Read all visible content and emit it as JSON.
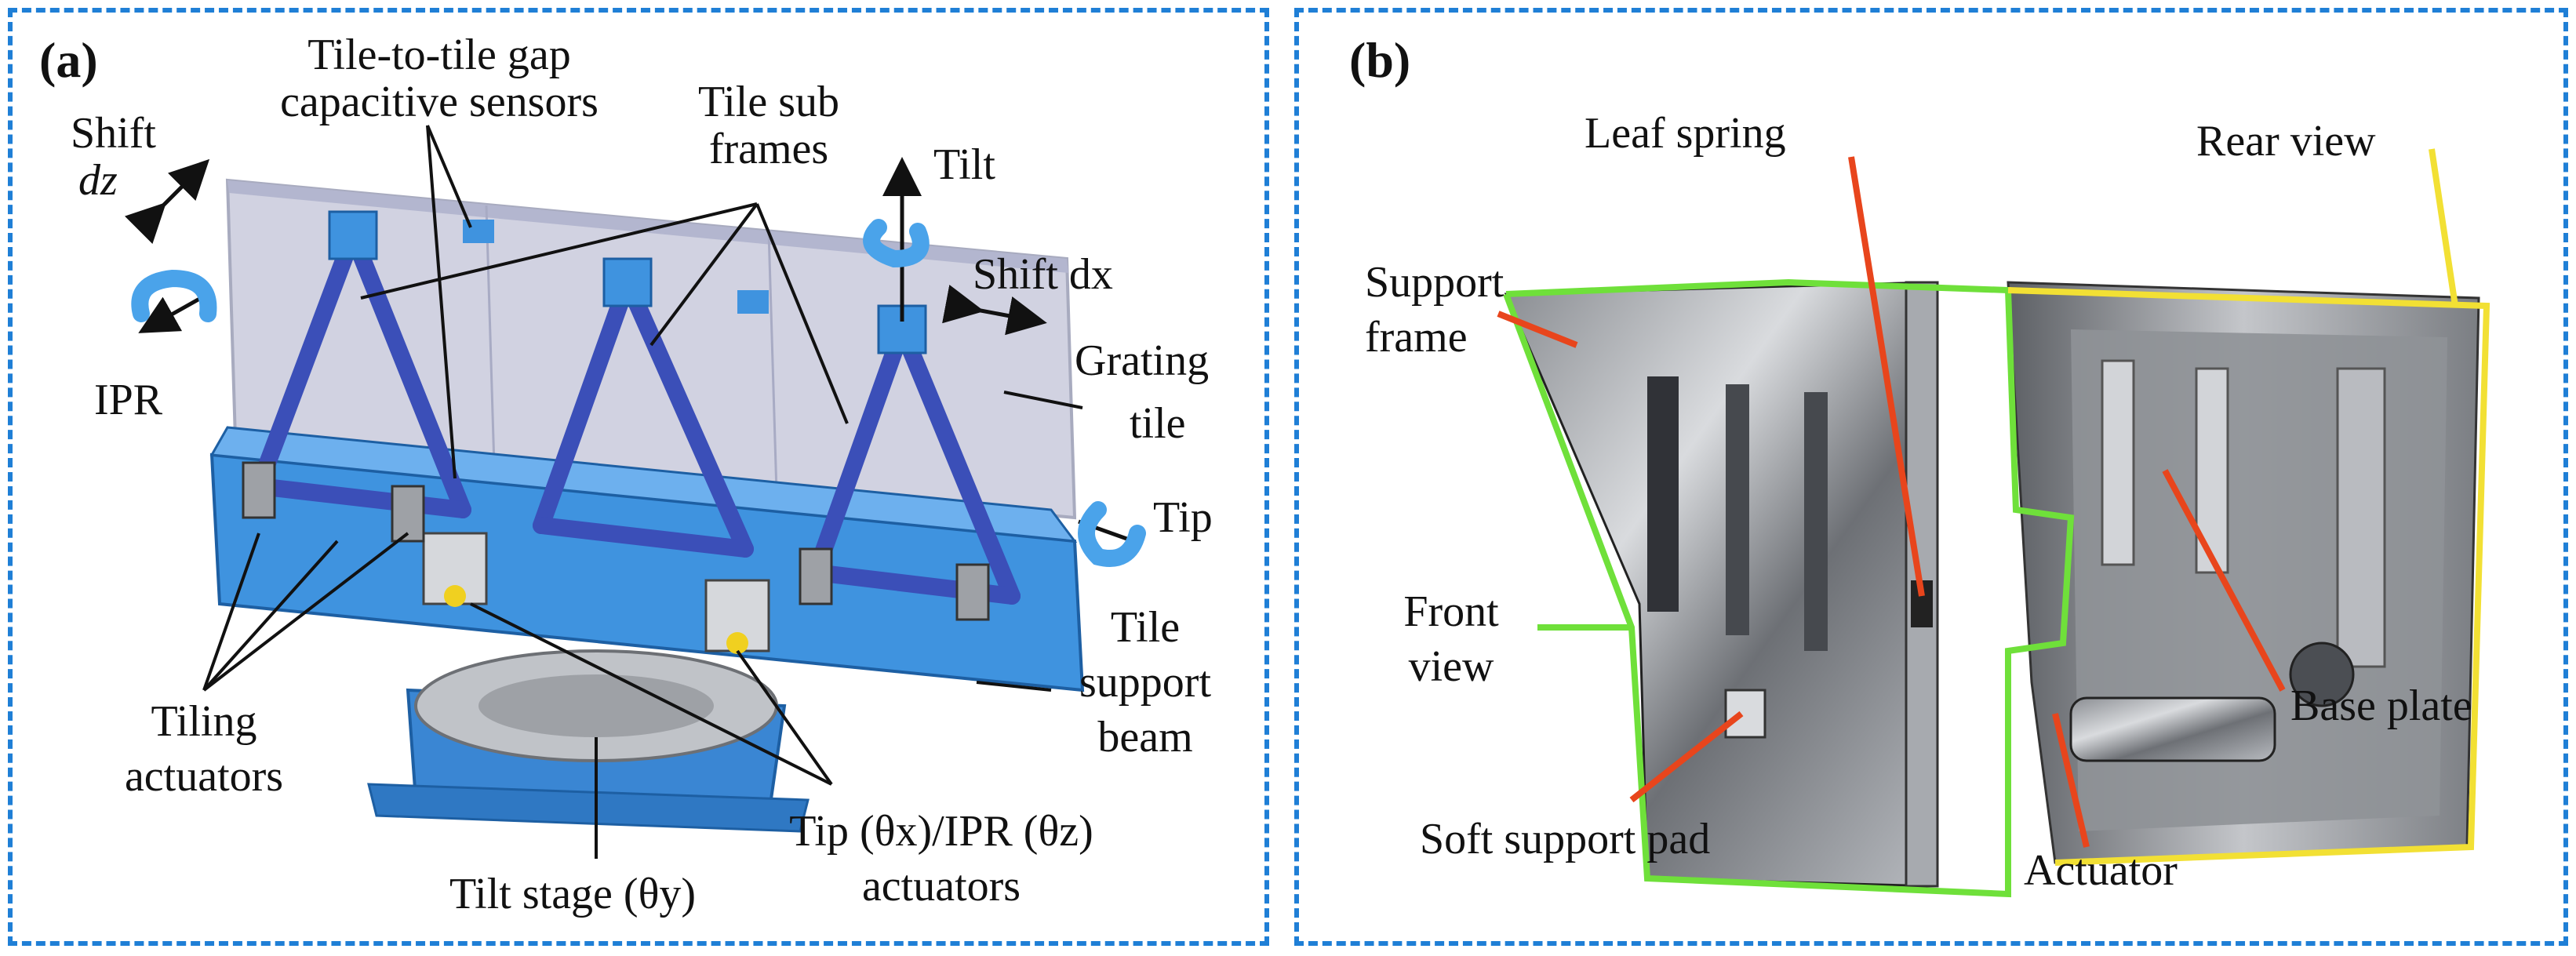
{
  "panel_a": {
    "letter": "(a)",
    "labels": {
      "shift_dz_1": "Shift",
      "shift_dz_2": "dz",
      "gap_sensors_1": "Tile-to-tile gap",
      "gap_sensors_2": "capacitive sensors",
      "sub_frames_1": "Tile sub",
      "sub_frames_2": "frames",
      "tilt": "Tilt",
      "shift_dx": "Shift dx",
      "ipr": "IPR",
      "grating_1": "Grating",
      "grating_2": "tile",
      "tip": "Tip",
      "support_beam_1": "Tile",
      "support_beam_2": "support",
      "support_beam_3": "beam",
      "tiling_act_1": "Tiling",
      "tiling_act_2": "actuators",
      "tip_ipr_act_1": "Tip (θx)/IPR (θz)",
      "tip_ipr_act_2": "actuators",
      "tilt_stage": "Tilt stage (θy)"
    }
  },
  "panel_b": {
    "letter": "(b)",
    "labels": {
      "leaf_spring": "Leaf spring",
      "rear_view": "Rear view",
      "support_frame_1": "Support",
      "support_frame_2": "frame",
      "front_view_1": "Front",
      "front_view_2": "view",
      "base_plate": "Base plate",
      "soft_pad": "Soft support pad",
      "actuator": "Actuator"
    }
  },
  "colors": {
    "frame_border": "#1f7fd6",
    "mechanism_blue": "#3f93df",
    "frame_blue": "#3b4fb8",
    "grating_gray": "#c9cbdc",
    "leader_red": "#e8451c",
    "outline_green": "#6fe03a",
    "outline_yellow": "#f2e034"
  }
}
